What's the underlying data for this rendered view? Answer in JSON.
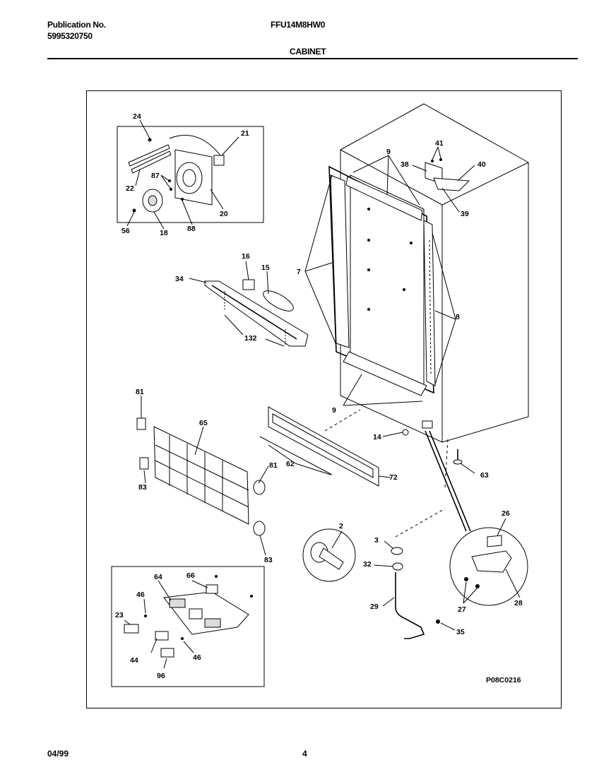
{
  "header": {
    "publication_label": "Publication No.",
    "publication_number": "5995320750",
    "model": "FFU14M8HW0",
    "section_title": "CABINET"
  },
  "footer": {
    "date": "04/99",
    "page_number": "4"
  },
  "diagram": {
    "drawing_code": "P08C0216",
    "callouts": {
      "c24": "24",
      "c21": "21",
      "c22": "22",
      "c87": "87",
      "c20": "20",
      "c56": "56",
      "c18": "18",
      "c88": "88",
      "c9a": "9",
      "c9b": "9",
      "c41": "41",
      "c38": "38",
      "c40": "40",
      "c39": "39",
      "c7": "7",
      "c8": "8",
      "c16": "16",
      "c15": "15",
      "c34": "34",
      "c132": "132",
      "c81a": "81",
      "c65": "65",
      "c14": "14",
      "c62": "62",
      "c72": "72",
      "c63a": "63",
      "c83a": "83",
      "c81b": "81",
      "c83b": "83",
      "c2": "2",
      "c3": "3",
      "c32": "32",
      "c29": "29",
      "c35": "35",
      "c26": "26",
      "c27": "27",
      "c28": "28",
      "c64": "64",
      "c66": "66",
      "c46a": "46",
      "c23": "23",
      "c44": "44",
      "c46b": "46",
      "c96": "96"
    }
  }
}
